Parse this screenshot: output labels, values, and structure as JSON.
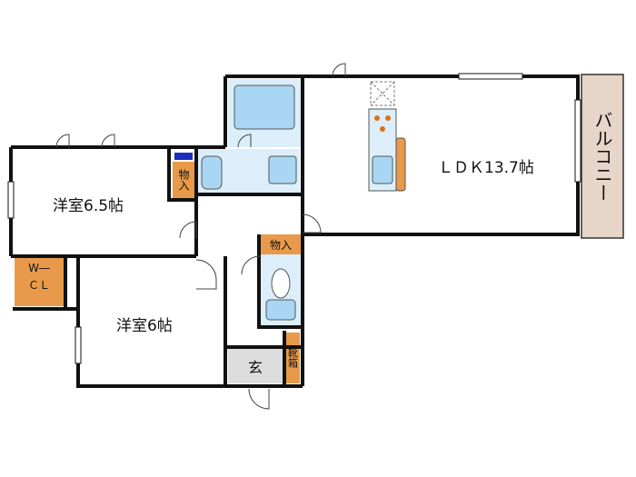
{
  "rooms": {
    "ldk": "ＬＤＫ13.7帖",
    "western_room_1": "洋室6.5帖",
    "western_room_2": "洋室6帖",
    "balcony": "バルコニー",
    "entrance": "玄",
    "wcl": "W―",
    "wcl2": "ＣＬ",
    "closet_1": "物入",
    "closet_2": "物入",
    "shoe_box": "靴箱"
  },
  "colors": {
    "wall": "#111111",
    "wet_area": "#dceefa",
    "fixture": "#a9d6f2",
    "closet": "#e89a4a",
    "entrance_floor": "#dddddd",
    "balcony": "#e6d5c8",
    "accent_blue": "#1a2fbf"
  }
}
